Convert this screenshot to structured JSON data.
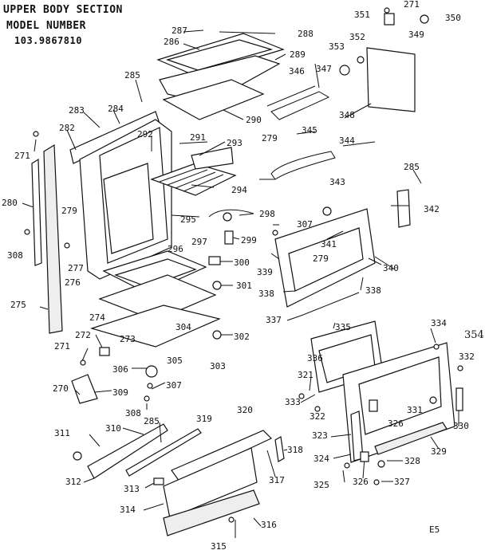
{
  "header": {
    "line1": "UPPER BODY SECTION",
    "line2": "MODEL NUMBER",
    "line3": "103.9867810"
  },
  "page_number": "E5",
  "part_labels": [
    "271",
    "351",
    "350",
    "287",
    "288",
    "286",
    "349",
    "352",
    "353",
    "347",
    "289",
    "285",
    "346",
    "284",
    "283",
    "290",
    "348",
    "292",
    "291",
    "345",
    "279",
    "344",
    "282",
    "293",
    "271",
    "285",
    "343",
    "294",
    "342",
    "280",
    "279",
    "295",
    "298",
    "307",
    "341",
    "299",
    "297",
    "296",
    "308",
    "277",
    "339",
    "279",
    "340",
    "300",
    "276",
    "301",
    "338",
    "338",
    "275",
    "304",
    "337",
    "274",
    "335",
    "302",
    "334",
    "354",
    "272",
    "273",
    "305",
    "336",
    "332",
    "271",
    "303",
    "306",
    "321",
    "307",
    "270",
    "309",
    "333",
    "331",
    "330",
    "308",
    "322",
    "319",
    "320",
    "326",
    "323",
    "311",
    "310",
    "285",
    "318",
    "329",
    "324",
    "328",
    "312",
    "317",
    "325",
    "326",
    "327",
    "313",
    "314",
    "316",
    "315"
  ]
}
